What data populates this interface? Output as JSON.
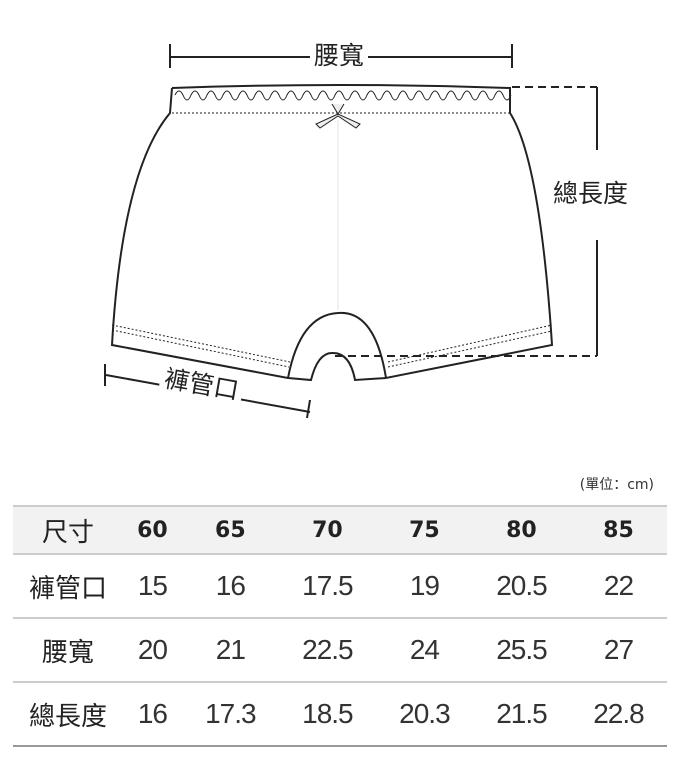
{
  "diagram": {
    "waist_label": "腰寬",
    "length_label": "總長度",
    "leg_label": "褲管口"
  },
  "table": {
    "unit": "(單位：cm)",
    "header": [
      "尺寸",
      "60",
      "65",
      "70",
      "75",
      "80",
      "85"
    ],
    "rows": [
      {
        "label": "褲管口",
        "values": [
          "15",
          "16",
          "17.5",
          "19",
          "20.5",
          "22"
        ]
      },
      {
        "label": "腰寬",
        "values": [
          "20",
          "21",
          "22.5",
          "24",
          "25.5",
          "27"
        ]
      },
      {
        "label": "總長度",
        "values": [
          "16",
          "17.3",
          "18.5",
          "20.3",
          "21.5",
          "22.8"
        ]
      }
    ]
  }
}
